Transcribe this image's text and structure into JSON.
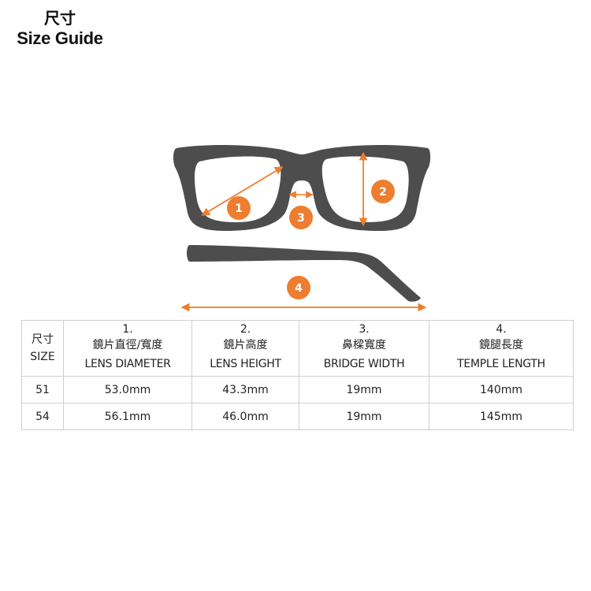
{
  "header": {
    "title_zh": "尺寸",
    "title_en": "Size Guide"
  },
  "diagram": {
    "frame_color": "#4d4d4d",
    "accent_color": "#ee7d2f",
    "badges": [
      {
        "label": "1",
        "measure": "lens-diameter"
      },
      {
        "label": "2",
        "measure": "lens-height"
      },
      {
        "label": "3",
        "measure": "bridge-width"
      },
      {
        "label": "4",
        "measure": "temple-length"
      }
    ]
  },
  "table": {
    "size_header": {
      "zh": "尺寸",
      "en": "SIZE"
    },
    "columns": [
      {
        "num": "1.",
        "zh": "鏡片直徑/寬度",
        "en": "LENS DIAMETER"
      },
      {
        "num": "2.",
        "zh": "鏡片高度",
        "en": "LENS HEIGHT"
      },
      {
        "num": "3.",
        "zh": "鼻樑寬度",
        "en": "BRIDGE WIDTH"
      },
      {
        "num": "4.",
        "zh": "鏡腿長度",
        "en": "TEMPLE LENGTH"
      }
    ],
    "rows": [
      {
        "size": "51",
        "values": [
          "53.0mm",
          "43.3mm",
          "19mm",
          "140mm"
        ]
      },
      {
        "size": "54",
        "values": [
          "56.1mm",
          "46.0mm",
          "19mm",
          "145mm"
        ]
      }
    ]
  }
}
